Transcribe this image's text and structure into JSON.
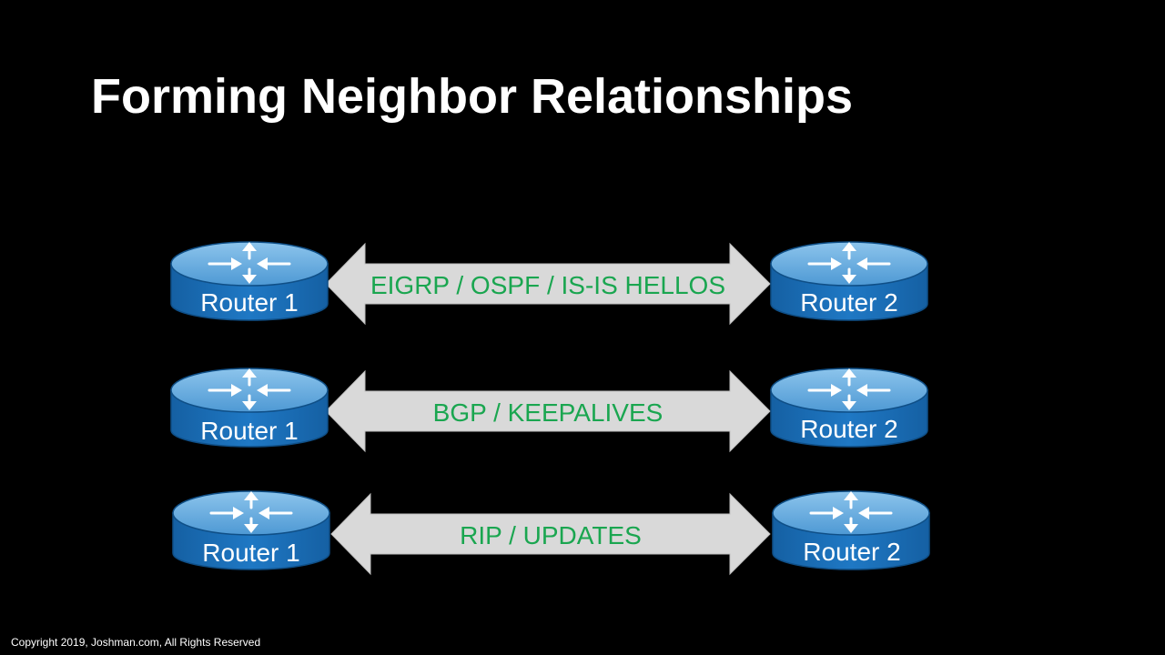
{
  "slide": {
    "title": "Forming Neighbor Relationships",
    "copyright": "Copyright 2019, Joshman.com, All Rights Reserved"
  },
  "colors": {
    "background": "#000000",
    "router_body": "#1a6cb4",
    "router_top": "#66acdf",
    "arrow_fill": "#d9d9d9",
    "arrow_text": "#1aa650"
  },
  "rows": [
    {
      "left_router": "Router 1",
      "right_router": "Router 2",
      "message": "EIGRP / OSPF / IS-IS HELLOS"
    },
    {
      "left_router": "Router 1",
      "right_router": "Router 2",
      "message": "BGP / KEEPALIVES"
    },
    {
      "left_router": "Router 1",
      "right_router": "Router 2",
      "message": "RIP / UPDATES"
    }
  ],
  "icons": {
    "router": "router-icon",
    "arrow": "double-arrow"
  }
}
